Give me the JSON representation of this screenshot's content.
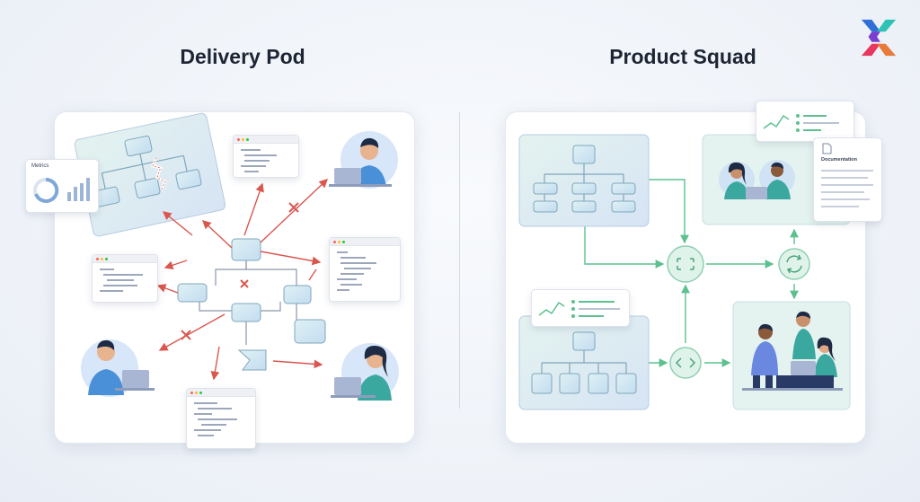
{
  "left_panel": {
    "title": "Delivery Pod",
    "metrics_card_label": "Metrics"
  },
  "right_panel": {
    "title": "Product Squad",
    "documentation_card_label": "Documentation"
  },
  "colors": {
    "accent_green": "#5cc08f",
    "alert_red": "#d9574f",
    "node_fill": "#c9e6ef",
    "node_stroke": "#7fa7bb",
    "logo_red": "#e8365d",
    "logo_blue": "#2f6fd8",
    "logo_teal": "#2cc3b4"
  },
  "icons": [
    "brand-logo-icon",
    "broken-link-icon",
    "sync-cycle-icon",
    "code-brackets-icon",
    "document-icon"
  ]
}
